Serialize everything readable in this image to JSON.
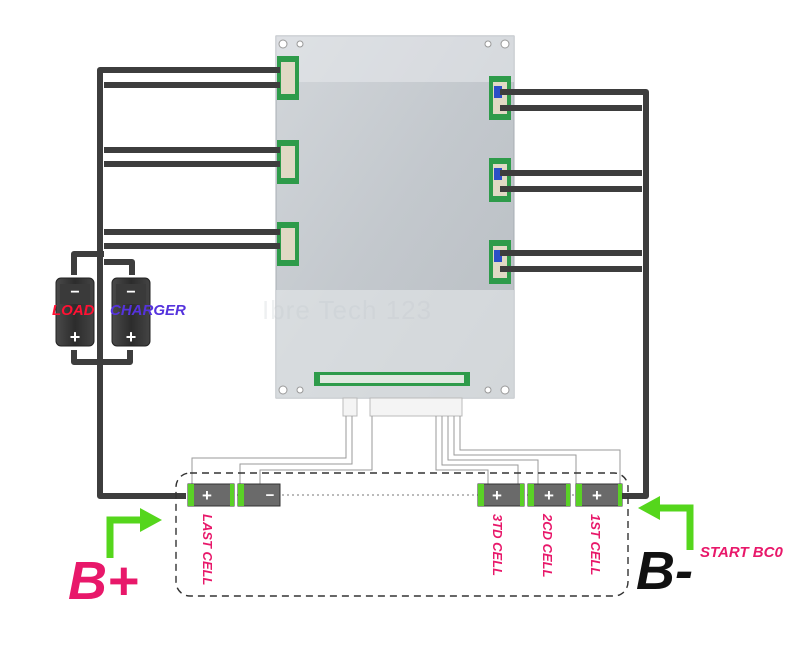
{
  "labels": {
    "load": "LOAD",
    "charger": "CHARGER",
    "last_cell": "LAST CELL",
    "third_cell": "3TD CELL",
    "second_cell": "2CD CELL",
    "first_cell": "1ST CELL",
    "b_plus": "B+",
    "b_minus": "B-",
    "start": "START BC0"
  },
  "cell_symbols": {
    "plus": "+",
    "minus": "−"
  },
  "colors": {
    "wire": "#3d3d3d",
    "arrow": "#55d61c",
    "accent_pink": "#e8186a",
    "load_red": "#ff1133",
    "charger_blue": "#5533dd"
  },
  "watermark": "Ibre Tech 123"
}
